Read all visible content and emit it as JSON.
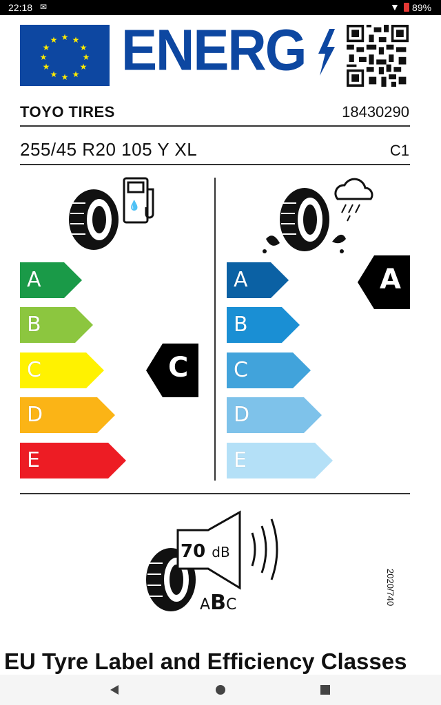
{
  "status_bar": {
    "time": "22:18",
    "battery": "89%"
  },
  "label": {
    "energy_word": "ENERG",
    "brand": "TOYO TIRES",
    "product_code": "18430290",
    "tyre_size": "255/45 R20 105 Y XL",
    "tyre_class": "C1",
    "fuel_efficiency": {
      "grades": [
        "A",
        "B",
        "C",
        "D",
        "E"
      ],
      "colors": [
        "#1a9a48",
        "#8cc63f",
        "#fff200",
        "#fbb416",
        "#ed1c24"
      ],
      "rating": "C"
    },
    "wet_grip": {
      "grades": [
        "A",
        "B",
        "C",
        "D",
        "E"
      ],
      "colors": [
        "#0b61a4",
        "#1a8fd4",
        "#41a3db",
        "#7ec2ea",
        "#b4e0f7"
      ],
      "rating": "A"
    },
    "noise": {
      "value": "70",
      "unit": "dB",
      "class_letters": [
        "A",
        "B",
        "C"
      ],
      "active_class": "B"
    },
    "regulation": "2020/740"
  },
  "caption": "EU Tyre Label and Efficiency Classes",
  "icons": [
    "wifi-icon",
    "battery-icon",
    "mail-icon",
    "fuel-pump-icon",
    "rain-cloud-icon",
    "loudspeaker-icon",
    "tyre-icon",
    "qr-code-icon"
  ],
  "nav": {
    "buttons": [
      "back-button",
      "home-button",
      "recents-button"
    ]
  }
}
